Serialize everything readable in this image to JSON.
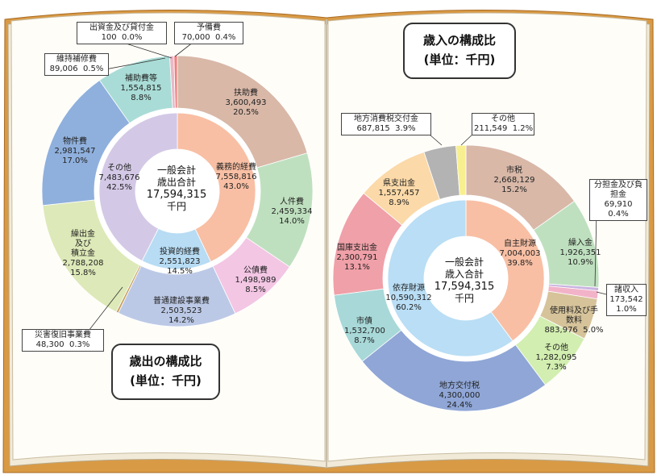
{
  "chart_data": [
    {
      "type": "pie",
      "title": "歳出の構成比",
      "unit_label": "(単位：千円)",
      "center": {
        "line1": "一般会計",
        "line2": "歳出合計",
        "total": "17,594,315",
        "unit": "千円"
      },
      "outer": [
        {
          "name": "扶助費",
          "value": 3600493,
          "value_text": "3,600,493",
          "pct": "20.5%",
          "color": "#d9b8a8"
        },
        {
          "name": "人件費",
          "value": 2459334,
          "value_text": "2,459,334",
          "pct": "14.0%",
          "color": "#bfe0bf"
        },
        {
          "name": "公債費",
          "value": 1498989,
          "value_text": "1,498,989",
          "pct": "8.5%",
          "color": "#f3c6e4"
        },
        {
          "name": "普通建設事業費",
          "value": 2503523,
          "value_text": "2,503,523",
          "pct": "14.2%",
          "color": "#bcc9e6"
        },
        {
          "name": "災害復旧事業費",
          "value": 48300,
          "value_text": "48,300",
          "pct": "0.3%",
          "color": "#c8a060"
        },
        {
          "name": "積立金",
          "label_lines": [
            "繰出金",
            "及び",
            "積立金"
          ],
          "value": 2788208,
          "value_text": "2,788,208",
          "pct": "15.8%",
          "color": "#dde9b8"
        },
        {
          "name": "物件費",
          "value": 2981547,
          "value_text": "2,981,547",
          "pct": "17.0%",
          "color": "#8fb0dd"
        },
        {
          "name": "補助費等",
          "value": 1554815,
          "value_text": "1,554,815",
          "pct": "8.8%",
          "color": "#a9dcd6"
        },
        {
          "name": "維持補修費",
          "value": 89006,
          "value_text": "89,006",
          "pct": "0.5%",
          "color": "#e8b9c7"
        },
        {
          "name": "出資金及び貸付金",
          "value": 100,
          "value_text": "100",
          "pct": "0.0%",
          "color": "#999999"
        },
        {
          "name": "予備費",
          "value": 70000,
          "value_text": "70,000",
          "pct": "0.4%",
          "color": "#f08080"
        }
      ],
      "inner": [
        {
          "name": "義務的経費",
          "value": 7558816,
          "value_text": "7,558,816",
          "pct": "43.0%",
          "color": "#f8bfa4"
        },
        {
          "name": "投資的経費",
          "value": 2551823,
          "value_text": "2,551,823",
          "pct": "14.5%",
          "color": "#b7dcf4"
        },
        {
          "name": "その他",
          "value": 7483676,
          "value_text": "7,483,676",
          "pct": "42.5%",
          "color": "#d3c9e6"
        }
      ]
    },
    {
      "type": "pie",
      "title": "歳入の構成比",
      "unit_label": "(単位：千円)",
      "center": {
        "line1": "一般会計",
        "line2": "歳入合計",
        "total": "17,594,315",
        "unit": "千円"
      },
      "outer": [
        {
          "name": "市税",
          "value": 2668129,
          "value_text": "2,668,129",
          "pct": "15.2%",
          "color": "#d9b8a8"
        },
        {
          "name": "繰入金",
          "value": 1926351,
          "value_text": "1,926,351",
          "pct": "10.9%",
          "color": "#bfe0bf"
        },
        {
          "name": "分担金及び負担金",
          "value": 69910,
          "value_text": "69,910",
          "pct": "0.4%",
          "color": "#c9b3e0"
        },
        {
          "name": "諸収入",
          "value": 173542,
          "value_text": "173,542",
          "pct": "1.0%",
          "color": "#f2b3c8"
        },
        {
          "name": "使用料及び手数料",
          "value": 883976,
          "value_text": "883,976",
          "pct": "5.0%",
          "color": "#d6c39a"
        },
        {
          "name": "その他",
          "value": 1282095,
          "value_text": "1,282,095",
          "pct": "7.3%",
          "color": "#d2eeb0"
        },
        {
          "name": "地方交付税",
          "value": 4300000,
          "value_text": "4,300,000",
          "pct": "24.4%",
          "color": "#8fa6d6"
        },
        {
          "name": "市債",
          "value": 1532700,
          "value_text": "1,532,700",
          "pct": "8.7%",
          "color": "#a8d8d8"
        },
        {
          "name": "国庫支出金",
          "value": 2300791,
          "value_text": "2,300,791",
          "pct": "13.1%",
          "color": "#f0a0a8"
        },
        {
          "name": "県支出金",
          "value": 1557457,
          "value_text": "1,557,457",
          "pct": "8.9%",
          "color": "#fbd9a8"
        },
        {
          "name": "地方消費税交付金",
          "value": 687815,
          "value_text": "687,815",
          "pct": "3.9%",
          "color": "#b3b3b3"
        },
        {
          "name": "その他",
          "value": 211549,
          "value_text": "211,549",
          "pct": "1.2%",
          "color": "#f8f090"
        }
      ],
      "inner": [
        {
          "name": "自主財源",
          "value": 7004003,
          "value_text": "7,004,003",
          "pct": "39.8%",
          "color": "#f8bfa4"
        },
        {
          "name": "依存財源",
          "value": 10590312,
          "value_text": "10,590,312",
          "pct": "60.2%",
          "color": "#b9def5"
        }
      ]
    }
  ]
}
